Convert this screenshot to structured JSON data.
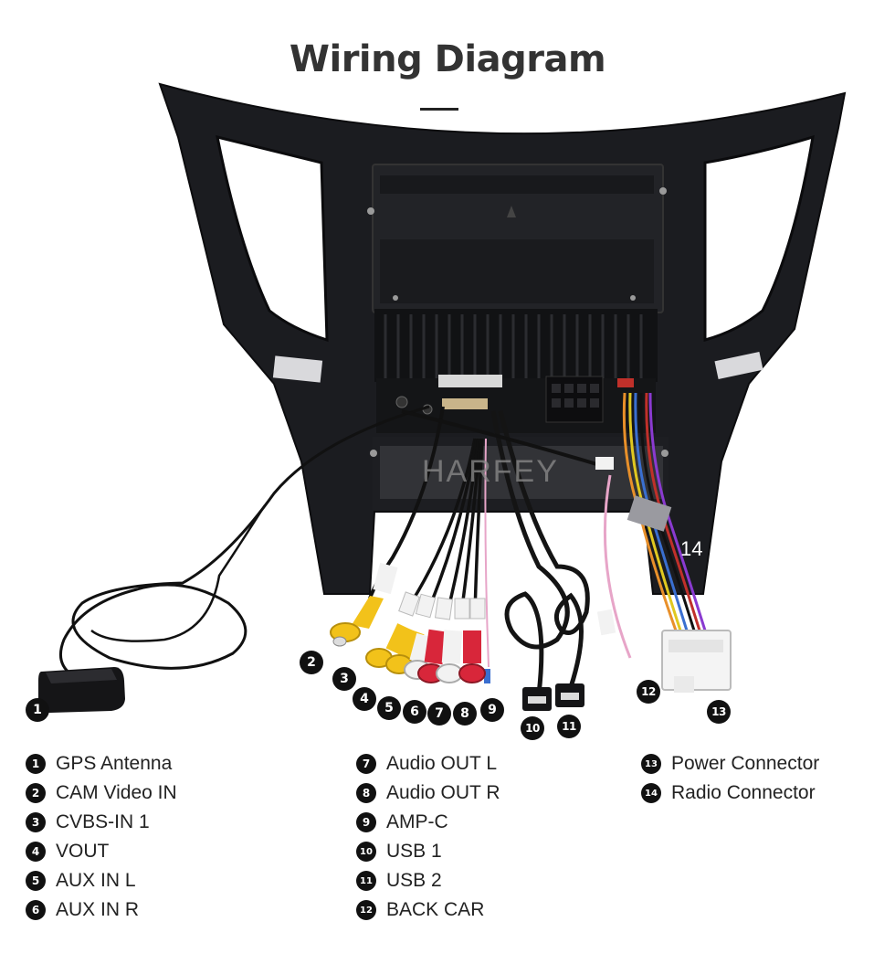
{
  "title": "Wiring Diagram",
  "watermark": "HARFEY",
  "callouts": {
    "n1": "1",
    "n2": "2",
    "n3": "3",
    "n4": "4",
    "n5": "5",
    "n6": "6",
    "n7": "7",
    "n8": "8",
    "n9": "9",
    "n10": "10",
    "n11": "11",
    "n12": "12",
    "n13": "13",
    "n14": "14"
  },
  "legend": {
    "col1": [
      {
        "num": "1",
        "label": "GPS Antenna"
      },
      {
        "num": "2",
        "label": "CAM Video IN"
      },
      {
        "num": "3",
        "label": "CVBS-IN 1"
      },
      {
        "num": "4",
        "label": "VOUT"
      },
      {
        "num": "5",
        "label": "AUX IN L"
      },
      {
        "num": "6",
        "label": "AUX IN R"
      }
    ],
    "col2": [
      {
        "num": "7",
        "label": "Audio OUT L"
      },
      {
        "num": "8",
        "label": "Audio OUT R"
      },
      {
        "num": "9",
        "label": "AMP-C"
      },
      {
        "num": "10",
        "label": "USB 1"
      },
      {
        "num": "11",
        "label": "USB 2"
      },
      {
        "num": "12",
        "label": "BACK CAR"
      }
    ],
    "col3": [
      {
        "num": "13",
        "label": "Power Connector"
      },
      {
        "num": "14",
        "label": "Radio Connector"
      }
    ]
  },
  "colors": {
    "panel": "#1b1c20",
    "rca_yellow": "#f2c21a",
    "rca_red": "#d8263a",
    "rca_white": "#f2f2f2",
    "cable": "#141414"
  }
}
